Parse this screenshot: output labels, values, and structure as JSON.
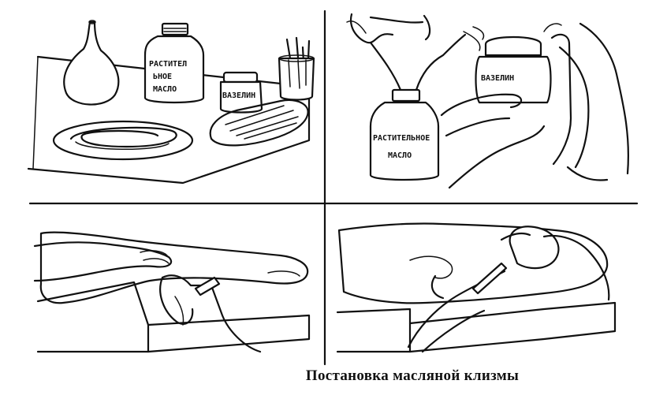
{
  "caption": "Постановка масляной клизмы",
  "labels": {
    "bottle_oil_line1": "РАСТИТЕЛ",
    "bottle_oil_line2": "ЬНОЕ",
    "bottle_oil_line3": "МАСЛО",
    "jar_vaseline_small": "ВАЗЕЛИН",
    "jar_vaseline_large": "ВАЗЕЛИН",
    "bottle_oil2_line1": "РАСТИТЕЛЬНОЕ",
    "bottle_oil2_line2": "МАСЛО"
  }
}
